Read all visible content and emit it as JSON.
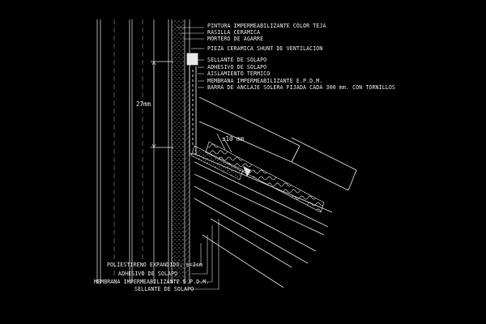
{
  "drawing": {
    "labels_top": [
      "PINTURA IMPERMEABILIZANTE COLOR TEJA",
      "RASILLA CERAMICA",
      "MORTERO DE AGARRE",
      "PIEZA CERAMICA SHUNT DE VENTILACION"
    ],
    "labels_mid": [
      "SELLANTE DE SOLAPO",
      "ADHESIVO DE SOLAPO",
      "AISLAMIENTO TERMICO",
      "MEMBRANA IMPERMEABILIZANTE E.P.D.M.",
      "BARRA DE ANCLAJE SOLERA FIJADA CADA 300 mm. CON TORNILLOS"
    ],
    "labels_bottom": [
      "POLIESTIRENO EXPANDIDO; e=2cm",
      "ADHESIVO DE SOLAPO",
      "MEMBRANA IMPERMEABILIZANTE E.P.D.M.",
      "SELLANTE DE SOLAPO"
    ],
    "dimensions": {
      "height": "27mm",
      "gap": "±10 mm"
    },
    "colors": {
      "background": "#000000",
      "line": "#d9d9d9",
      "text": "#e8e8e8"
    }
  }
}
